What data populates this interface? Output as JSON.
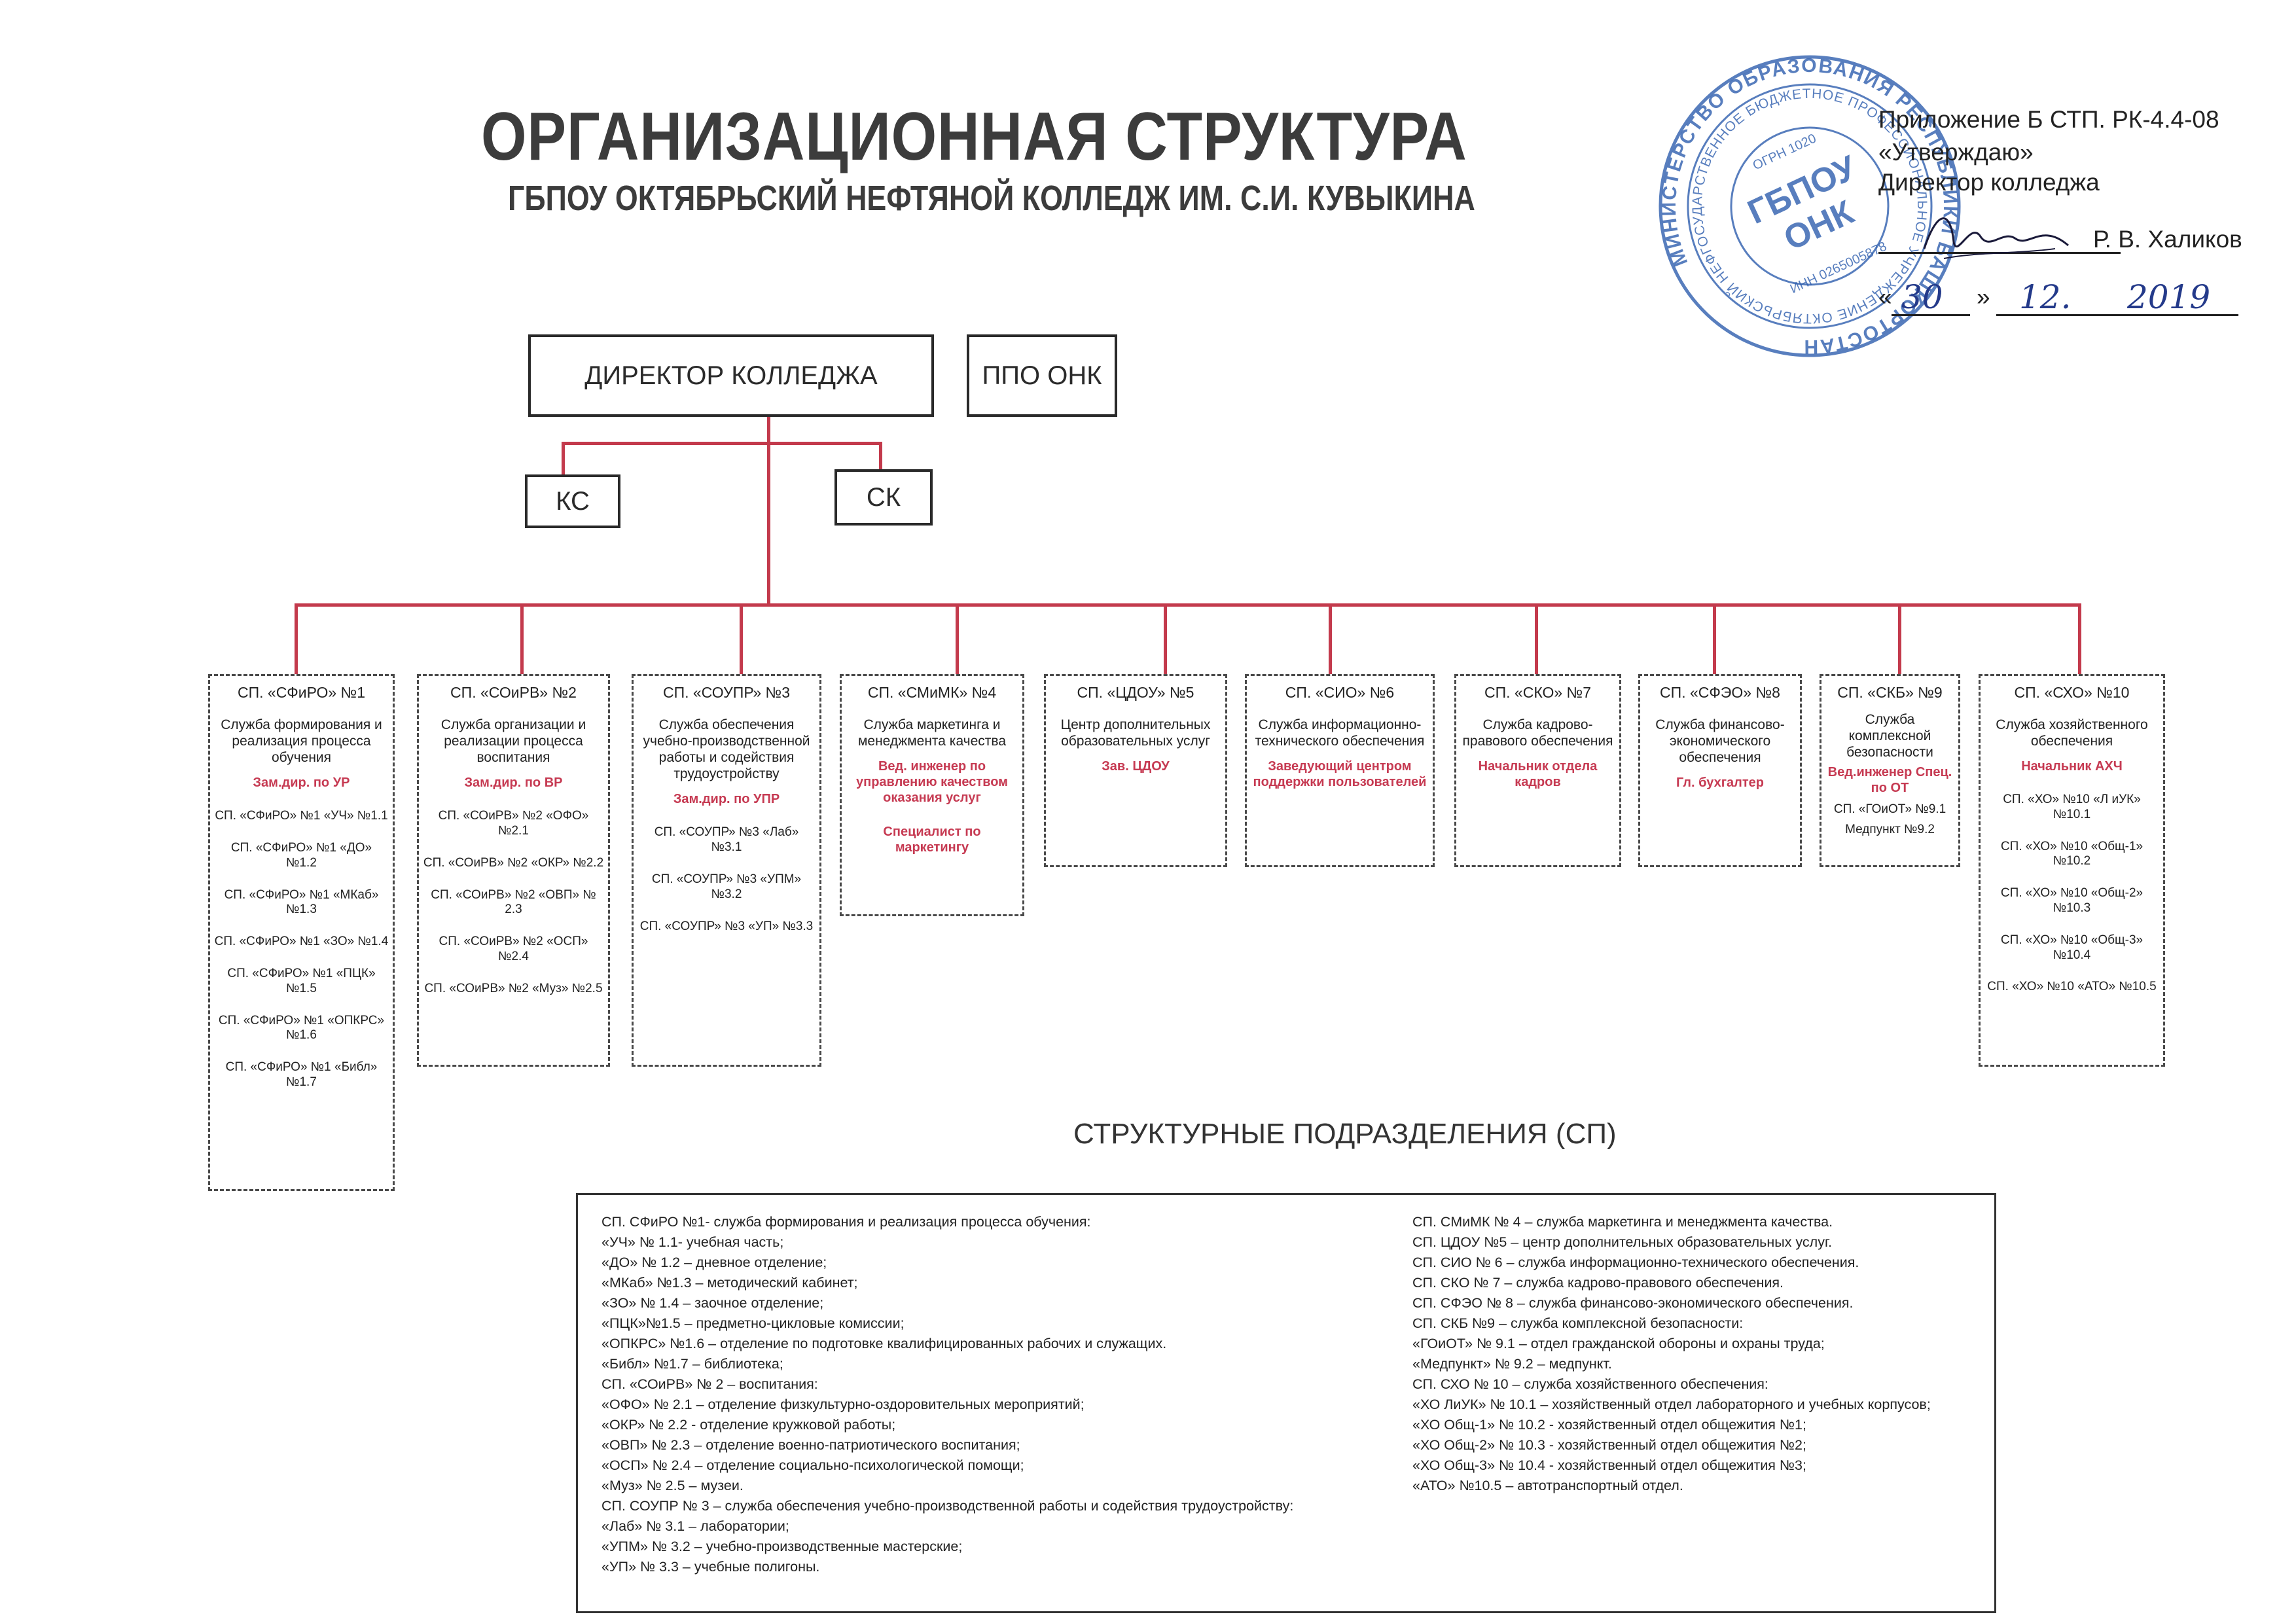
{
  "header": {
    "title": "ОРГАНИЗАЦИОННАЯ СТРУКТУРА",
    "subtitle": "ГБПОУ ОКТЯБРЬСКИЙ НЕФТЯНОЙ КОЛЛЕДЖ ИМ. С.И. КУВЫКИНА"
  },
  "approval": {
    "line1": "Приложение Б СТП. РК-4.4-08",
    "line2": "«Утверждаю»",
    "line3": "Директор колледжа",
    "signer": "Р. В. Халиков",
    "date_open": "«",
    "date_day": "30",
    "date_close": "»",
    "date_month": "12.",
    "date_year": "2019"
  },
  "stamp": {
    "center_top": "ГБПОУ",
    "center_bottom": "ОНК",
    "inn": "ИНН 0265005878",
    "ogrn": "ОГРН 1020",
    "outer_text": "МИНИСТЕРСТВО ОБРАЗОВАНИЯ РЕСПУБЛИКИ БАШКОРТОСТАН",
    "inner_text": "ГОСУДАРСТВЕННОЕ БЮДЖЕТНОЕ ПРОФЕССИОНАЛЬНОЕ УЧРЕЖДЕНИЕ ОКТЯБРЬСКИЙ НЕФТЯНОЙ КОЛЛЕДЖ"
  },
  "top_boxes": {
    "director": "ДИРЕКТОР КОЛЛЕДЖА",
    "ppo": "ППО ОНК",
    "ks": "КС",
    "sk": "СК"
  },
  "colors": {
    "connector": "#c33a4c",
    "role_text": "#c63a52",
    "stamp": "#2f5fae"
  },
  "departments": [
    {
      "head": "СП. «СФиРО» №1",
      "desc": "Служба формирования и реализация процесса обучения",
      "roles": [
        "Зам.дир. по УР"
      ],
      "subs": [
        "СП. «СФиРО» №1 «УЧ» №1.1",
        "СП. «СФиРО» №1 «ДО» №1.2",
        "СП. «СФиРО» №1 «МКаб» №1.3",
        "СП. «СФиРО» №1 «ЗО» №1.4",
        "СП. «СФиРО» №1 «ПЦК» №1.5",
        "СП. «СФиРО» №1 «ОПКРС» №1.6",
        "СП. «СФиРО» №1 «Библ» №1.7"
      ]
    },
    {
      "head": "СП. «СОиРВ» №2",
      "desc": "Служба организации и реализации процесса воспитания",
      "roles": [
        "Зам.дир. по ВР"
      ],
      "subs": [
        "СП. «СОиРВ» №2 «ОФО» №2.1",
        "СП. «СОиРВ» №2 «ОКР» №2.2",
        "СП. «СОиРВ» №2 «ОВП» № 2.3",
        "СП. «СОиРВ» №2 «ОСП» №2.4",
        "СП. «СОиРВ» №2 «Муз» №2.5"
      ]
    },
    {
      "head": "СП. «СОУПР» №3",
      "desc": "Служба обеспечения учебно-производственной работы и содействия трудоустройству",
      "roles": [
        "Зам.дир. по УПР"
      ],
      "subs": [
        "СП. «СОУПР» №3 «Лаб» №3.1",
        "СП. «СОУПР» №3 «УПМ» №3.2",
        "СП. «СОУПР» №3 «УП» №3.3"
      ]
    },
    {
      "head": "СП. «СМиМК» №4",
      "desc": "Служба маркетинга и менеджмента качества",
      "roles": [
        "Вед. инженер по управлению качеством оказания услуг",
        "Специалист по маркетингу"
      ],
      "subs": []
    },
    {
      "head": "СП. «ЦДОУ» №5",
      "desc": "Центр дополнительных образовательных услуг",
      "roles": [
        "Зав. ЦДОУ"
      ],
      "subs": []
    },
    {
      "head": "СП. «СИО» №6",
      "desc": "Служба информационно-технического обеспечения",
      "roles": [
        "Заведующий центром поддержки пользователей"
      ],
      "subs": []
    },
    {
      "head": "СП. «СКО» №7",
      "desc": "Служба кадрово-правового обеспечения",
      "roles": [
        "Начальник отдела кадров"
      ],
      "subs": []
    },
    {
      "head": "СП. «СФЭО» №8",
      "desc": "Служба финансово-экономического обеспечения",
      "roles": [
        "Гл. бухгалтер"
      ],
      "subs": []
    },
    {
      "head": "СП. «СКБ» №9",
      "desc": "Служба комплексной безопасности",
      "roles": [
        "Вед.инженер Спец. по ОТ"
      ],
      "subs": [
        "СП. «ГОиОТ» №9.1",
        "Медпункт №9.2"
      ]
    },
    {
      "head": "СП. «СХО» №10",
      "desc": "Служба хозяйственного обеспечения",
      "roles": [
        "Начальник АХЧ"
      ],
      "subs": [
        "СП. «ХО» №10 «Л иУК» №10.1",
        "СП. «ХО» №10 «Общ-1» №10.2",
        "СП. «ХО» №10 «Общ-2» №10.3",
        "СП. «ХО» №10 «Общ-3» №10.4",
        "СП. «ХО» №10 «АТО» №10.5"
      ]
    }
  ],
  "sp_title": "СТРУКТУРНЫЕ ПОДРАЗДЕЛЕНИЯ (СП)",
  "legend": {
    "left": [
      "СП. СФиРО №1- служба формирования и реализация процесса обучения:",
      "«УЧ» № 1.1- учебная часть;",
      "«ДО» № 1.2 – дневное отделение;",
      "«МКаб» №1.3 – методический кабинет;",
      "«ЗО» № 1.4 – заочное отделение;",
      "«ПЦК»№1.5 – предметно-цикловые комиссии;",
      "«ОПКРС» №1.6 – отделение по подготовке квалифицированных рабочих и служащих.",
      "«Библ» №1.7 – библиотека;",
      "СП. «СОиРВ» № 2 – воспитания:",
      "«ОФО» № 2.1 – отделение физкультурно-оздоровительных мероприятий;",
      "«ОКР» № 2.2 - отделение кружковой работы;",
      "«ОВП» № 2.3 – отделение военно-патриотического воспитания;",
      "«ОСП» № 2.4 – отделение социально-психологической помощи;",
      "«Муз» № 2.5 – музеи.",
      "СП. СОУПР № 3 – служба обеспечения учебно-производственной работы и содействия трудоустройству:",
      "«Лаб» № 3.1 – лаборатории;",
      "«УПМ» № 3.2 – учебно-производственные мастерские;",
      "«УП» № 3.3 – учебные полигоны."
    ],
    "right": [
      "СП. СМиМК № 4 – служба маркетинга и менеджмента качества.",
      "СП. ЦДОУ №5 – центр дополнительных образовательных услуг.",
      "СП. СИО № 6 – служба информационно-технического обеспечения.",
      "СП. СКО № 7 – служба кадрово-правового обеспечения.",
      "СП. СФЭО № 8 – служба финансово-экономического обеспечения.",
      "СП. СКБ №9 – служба комплексной безопасности:",
      "«ГОиОТ» № 9.1 – отдел гражданской обороны и охраны труда;",
      "«Медпункт» № 9.2 – медпункт.",
      "СП. СХО № 10 – служба хозяйственного обеспечения:",
      "«ХО ЛиУК» № 10.1 – хозяйственный отдел лабораторного и учебных корпусов;",
      "«ХО Общ-1» № 10.2 - хозяйственный отдел общежития №1;",
      "«ХО Общ-2» № 10.3 - хозяйственный отдел общежития №2;",
      "«ХО Общ-3» № 10.4 - хозяйственный отдел общежития №3;",
      "«АТО» №10.5 – автотранспортный отдел."
    ]
  }
}
